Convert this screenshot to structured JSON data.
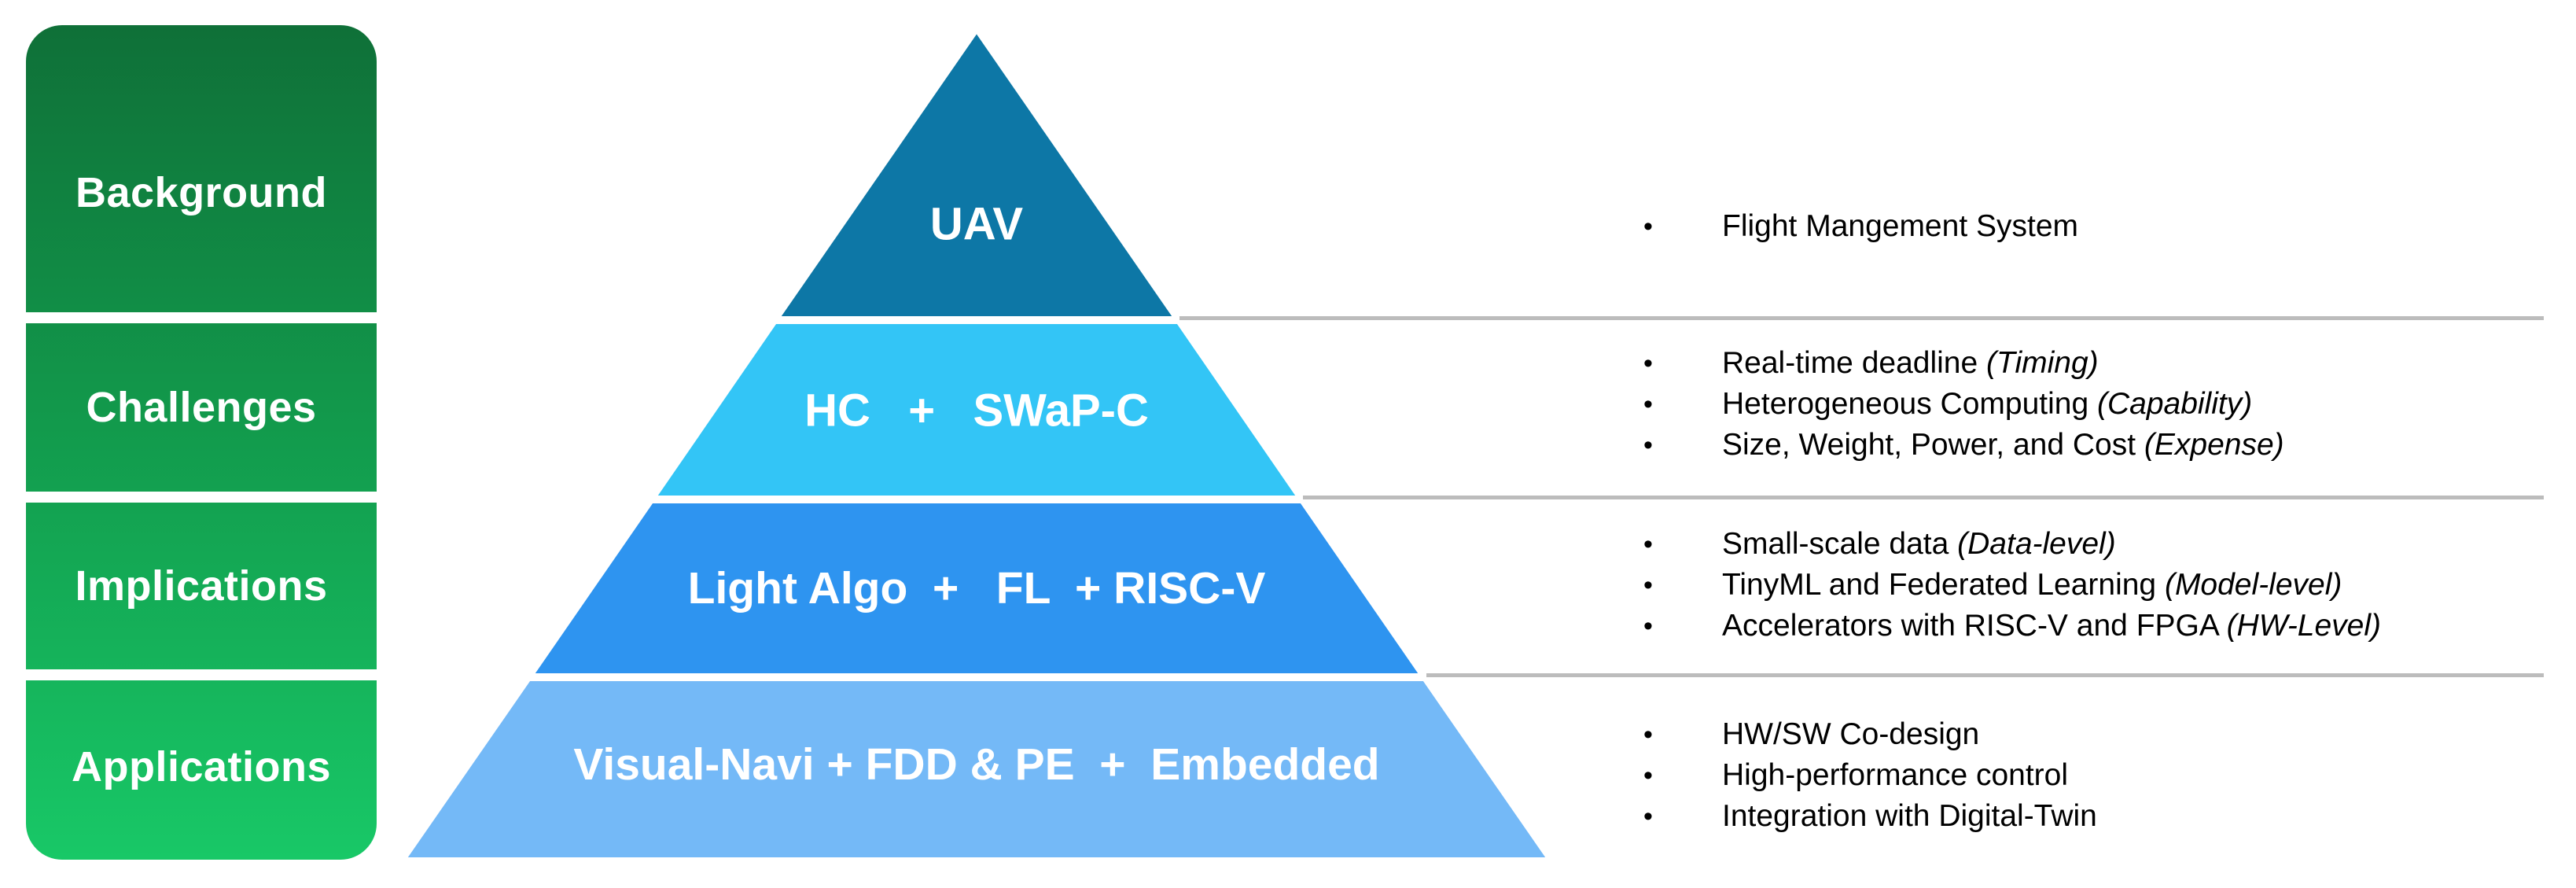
{
  "page": {
    "background": "#ffffff"
  },
  "sidebar": {
    "gradient_top": "#0f7038",
    "gradient_bottom": "#18c867",
    "divider_color": "#ffffff",
    "items": [
      {
        "label": "Background"
      },
      {
        "label": "Challenges"
      },
      {
        "label": "Implications"
      },
      {
        "label": "Applications"
      }
    ]
  },
  "pyramid": {
    "tiers": [
      {
        "label": "UAV",
        "color": "#0d77a6"
      },
      {
        "label": "HC   +   SWaP-C",
        "color": "#33c5f6"
      },
      {
        "label": "Light Algo  +   FL  + RISC-V",
        "color": "#2e94f0"
      },
      {
        "label": "Visual-Navi + FDD & PE  +  Embedded",
        "color": "#74b9f7"
      }
    ],
    "outline_color": "#ffffff"
  },
  "divider_line_color": "#bcbcbc",
  "notes": {
    "bullet_char": "•",
    "rows": [
      {
        "bullets": [
          {
            "text": "Flight Mangement System"
          }
        ]
      },
      {
        "bullets": [
          {
            "text": "Real-time deadline ",
            "italic": "(Timing)"
          },
          {
            "text": "Heterogeneous Computing ",
            "italic": "(Capability)"
          },
          {
            "text": "Size, Weight, Power, and Cost ",
            "italic": "(Expense)"
          }
        ]
      },
      {
        "bullets": [
          {
            "text": "Small-scale data ",
            "italic": "(Data-level)"
          },
          {
            "text": "TinyML and Federated Learning ",
            "italic": "(Model-level)"
          },
          {
            "text": "Accelerators with RISC-V and FPGA ",
            "italic": "(HW-Level)"
          }
        ]
      },
      {
        "bullets": [
          {
            "text": "HW/SW Co-design"
          },
          {
            "text": "High-performance control"
          },
          {
            "text": "Integration with Digital-Twin"
          }
        ]
      }
    ]
  }
}
